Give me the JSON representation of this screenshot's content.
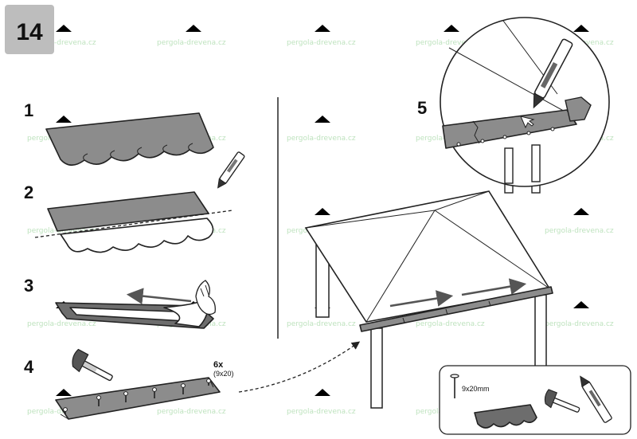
{
  "badge": {
    "number": "14"
  },
  "watermark": {
    "text": "pergola-drevena.cz",
    "icon": "pergola-house-icon",
    "color": "#bfe3bf"
  },
  "steps": [
    {
      "number": "1"
    },
    {
      "number": "2"
    },
    {
      "number": "3"
    },
    {
      "number": "4",
      "nail_count": "6x",
      "nail_size": "(9x20)"
    },
    {
      "number": "5"
    }
  ],
  "detail_box": {
    "nail_label": "9x20mm"
  },
  "colors": {
    "shingle": "#8c8c8c",
    "badge_bg": "#bdbdbd",
    "line": "#222222"
  }
}
